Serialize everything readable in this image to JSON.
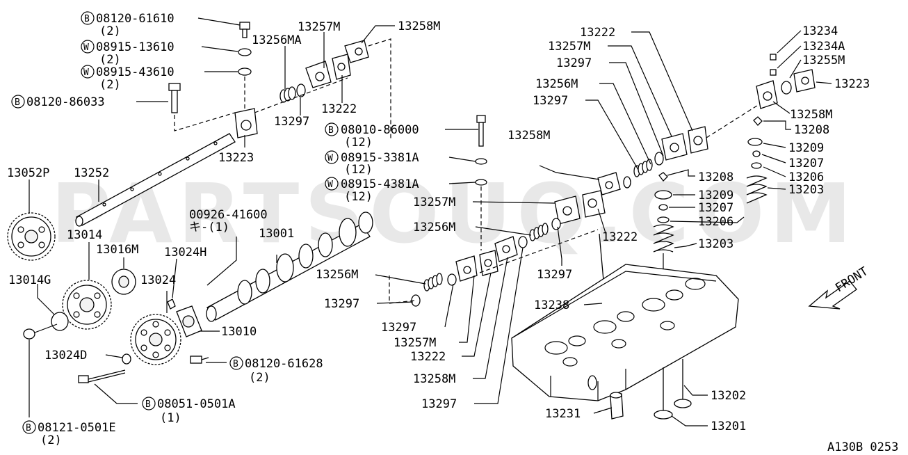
{
  "watermark": "PARTSOUQ.COM",
  "diagram_code": "A130B 0253",
  "front_label": "FRONT",
  "badge_b": "B",
  "badge_w": "W",
  "part_labels": {
    "p08120_61610": "08120-61610",
    "q2_a": "(2)",
    "p08915_13610": "08915-13610",
    "q2_b": "(2)",
    "p08915_43610": "08915-43610",
    "q2_c": "(2)",
    "p08120_86033": "08120-86033",
    "p13256MA": "13256MA",
    "p13257M_top": "13257M",
    "p13258M_top": "13258M",
    "p13222_top": "13222",
    "p13297_top": "13297",
    "p13223_left": "13223",
    "p08010_86000": "08010-86000",
    "q12_a": "(12)",
    "p08915_3381A": "08915-3381A",
    "q12_b": "(12)",
    "p08915_4381A": "08915-4381A",
    "q12_c": "(12)",
    "p13052P": "13052P",
    "p13252": "13252",
    "p00926_41600": "00926-41600",
    "key_qty": "キ-(1)",
    "p13001": "13001",
    "p13014": "13014",
    "p13016M": "13016M",
    "p13024H": "13024H",
    "p13014G": "13014G",
    "p13024": "13024",
    "p13010": "13010",
    "p13024D": "13024D",
    "p08120_61628": "08120-61628",
    "q2_d": "(2)",
    "p08051_0501A": "08051-0501A",
    "q1_a": "(1)",
    "p08121_0501E": "08121-0501E",
    "q2_e": "(2)",
    "p13258M_mid": "13258M",
    "p13257M_mid": "13257M",
    "p13256M_mid": "13256M",
    "p13256M_low": "13256M",
    "p13297_a": "13297",
    "p13297_b": "13297",
    "p13257M_low": "13257M",
    "p13222_low": "13222",
    "p13258M_low": "13258M",
    "p13297_c": "13297",
    "p13297_d": "13297",
    "p13222_mid": "13222",
    "p13238": "13238",
    "p13231": "13231",
    "p13222_right": "13222",
    "p13257M_right": "13257M",
    "p13297_r1": "13297",
    "p13256M_right": "13256M",
    "p13297_r2": "13297",
    "p13234": "13234",
    "p13234A": "13234A",
    "p13255M": "13255M",
    "p13223_right": "13223",
    "p13258M_right": "13258M",
    "p13208_a": "13208",
    "p13209_a": "13209",
    "p13207_a": "13207",
    "p13206_a": "13206",
    "p13203_a": "13203",
    "p13208_b": "13208",
    "p13209_b": "13209",
    "p13207_b": "13207",
    "p13206_b": "13206",
    "p13203_b": "13203",
    "p13202": "13202",
    "p13201": "13201"
  }
}
